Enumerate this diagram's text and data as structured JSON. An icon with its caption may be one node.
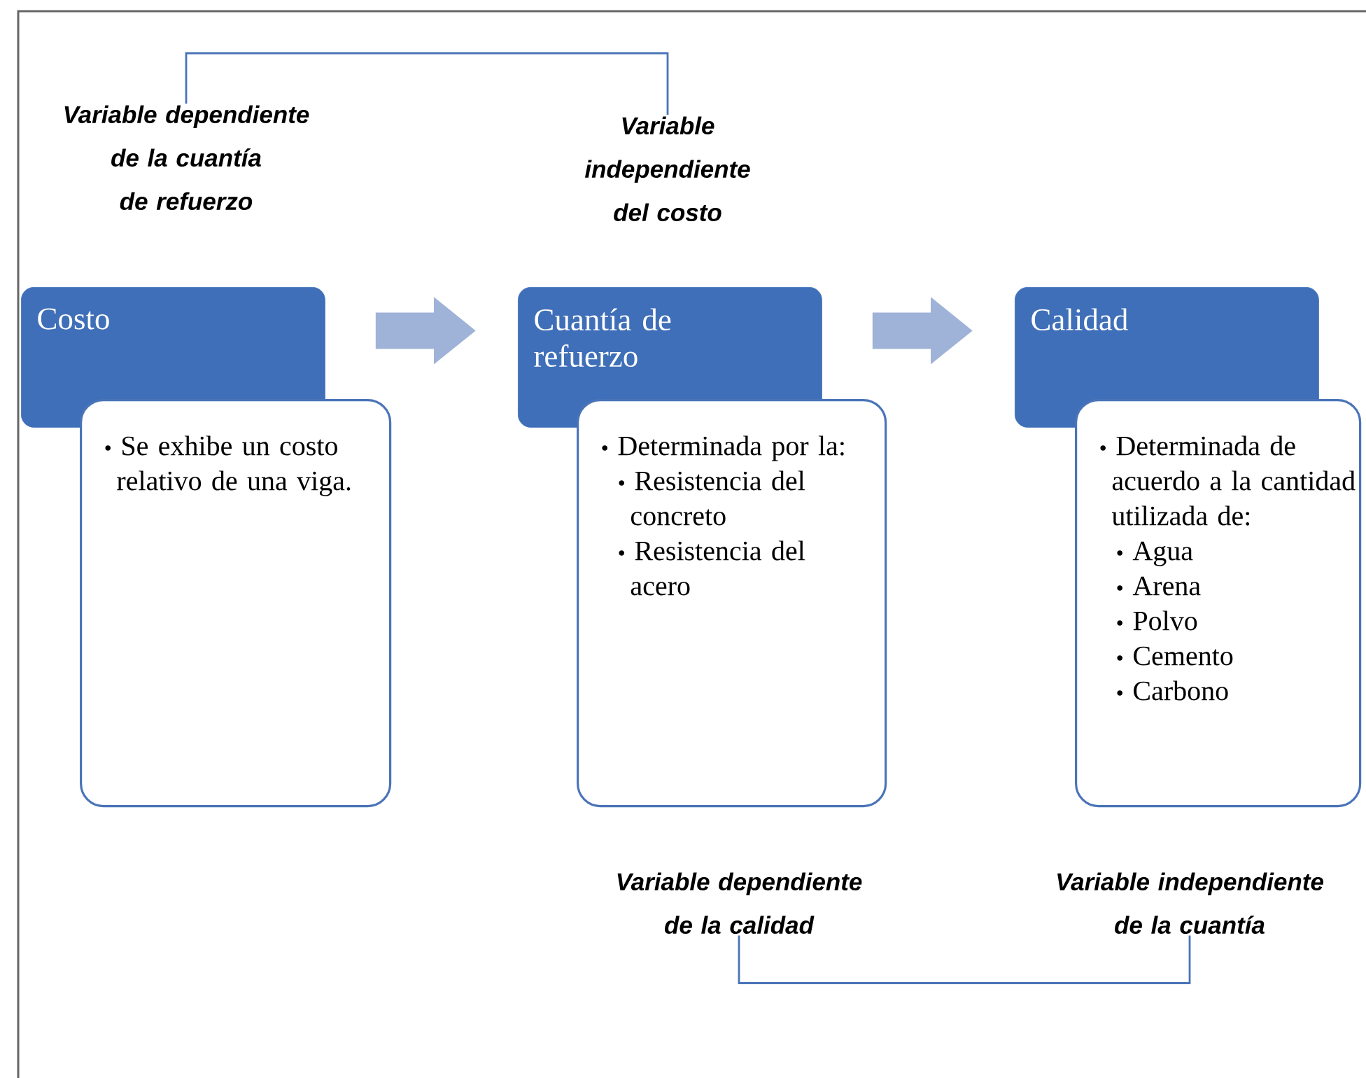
{
  "diagram": {
    "nodes": [
      {
        "text": [
          "Variable dependiente de la cuantía de refuerzo"
        ]
      },
      {
        "text": [
          "Variable independiente del costo"
        ]
      },
      {
        "text": [
          "Costo"
        ]
      },
      {
        "text": [
          "Se exhibe un costo relativo de una viga."
        ]
      },
      {
        "text": [
          "Cuantía de refuerzo"
        ]
      },
      {
        "text": [
          "Determinada por la:",
          "Resistencia del concreto",
          "Resistencia del acero"
        ]
      },
      {
        "text": [
          "Calidad"
        ]
      },
      {
        "text": [
          "Determinada de acuerdo a la cantidad utilizada de:",
          "Agua",
          "Arena",
          "Polvo",
          "Cemento",
          "Carbono"
        ]
      },
      {
        "text": [
          "Variable dependiente de la calidad"
        ]
      },
      {
        "text": [
          "Variable independiente de la cuantía"
        ]
      }
    ],
    "edges": [
      {
        "from": 0,
        "to": 1,
        "arrow": "none"
      },
      {
        "from": 2,
        "to": 4,
        "arrow": "to",
        "style": "thick",
        "color": "#9fb2d8"
      },
      {
        "from": 4,
        "to": 6,
        "arrow": "to",
        "style": "thick",
        "color": "#9fb2d8"
      },
      {
        "from": 8,
        "to": 9,
        "arrow": "none"
      }
    ]
  }
}
